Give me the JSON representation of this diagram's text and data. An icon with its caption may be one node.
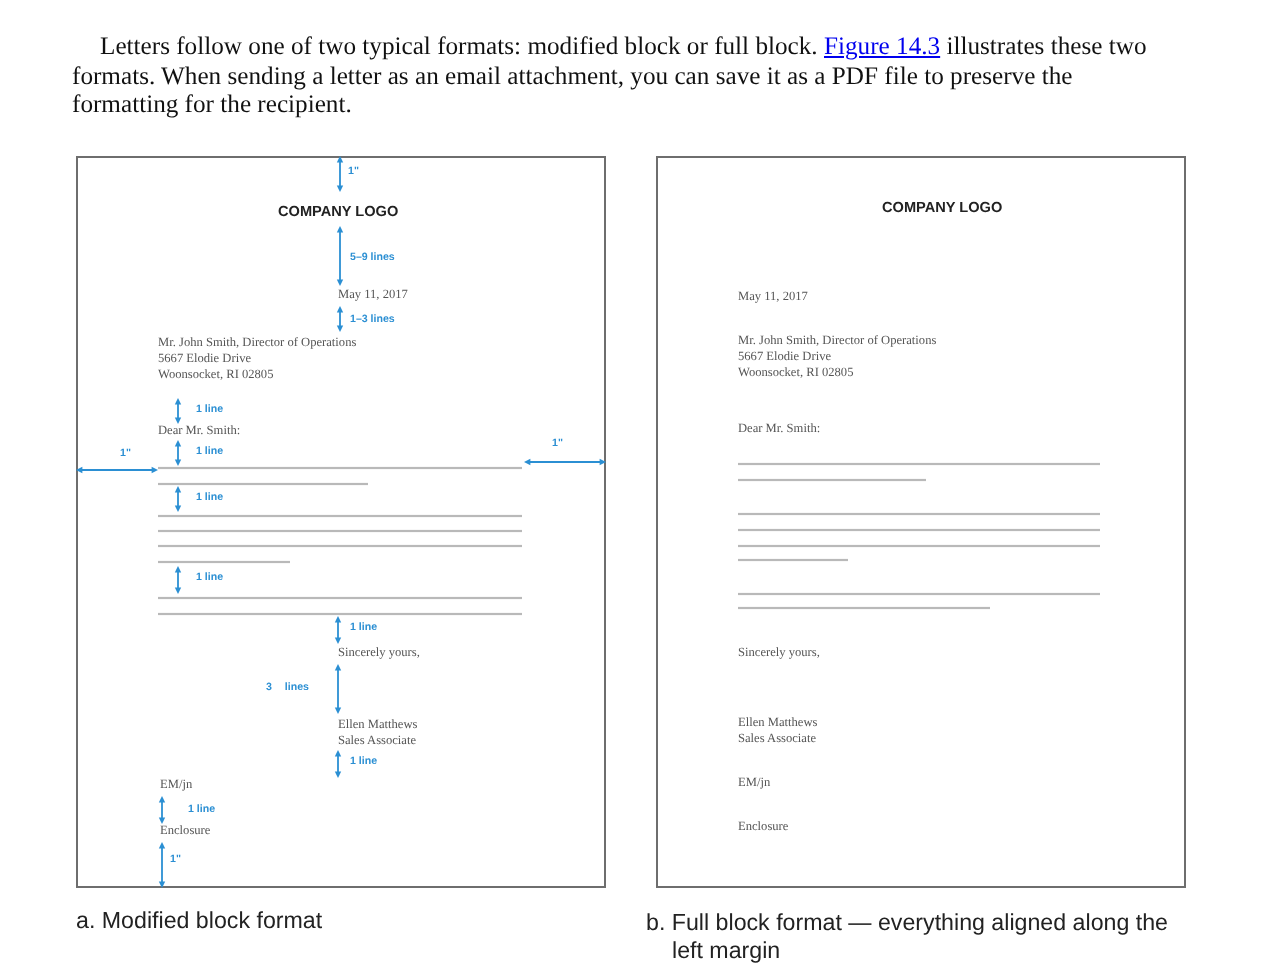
{
  "diagram": {
    "nodes": [
      {
        "text": [
          "COMPANY LOGO",
          "May 11, 2017",
          "Mr. John Smith, Director of Operations",
          "5667 Elodie Drive",
          "Woonsocket, RI 02805",
          "Dear Mr. Smith:",
          "Sincerely yours,",
          "Ellen Matthews",
          "Sales Associate",
          "EM/jn",
          "Enclosure"
        ],
        "beside": [
          "a. Modified block format"
        ]
      },
      {
        "text": [
          "COMPANY LOGO",
          "May 11, 2017",
          "Mr. John Smith, Director of Operations",
          "5667 Elodie Drive",
          "Woonsocket, RI 02805",
          "Dear Mr. Smith:",
          "Sincerely yours,",
          "Ellen Matthews",
          "Sales Associate",
          "EM/jn",
          "Enclosure"
        ],
        "beside": [
          "b. Full block format — everything aligned along the left margin"
        ]
      }
    ],
    "labels": [
      "Letters follow one of two typical formats: modified block or full block.",
      "Figure 14.3",
      "illustrates these two formats. When sending a letter as an email attachment, you can save it as a PDF file to preserve the formatting for the recipient.",
      "1\"",
      "5–9 lines",
      "1–3 lines",
      "1 line",
      "1\"",
      "1 line",
      "1\"",
      "1 line",
      "1 line",
      "1 line",
      "3 lines",
      "1 line",
      "1 line",
      "1\""
    ]
  }
}
